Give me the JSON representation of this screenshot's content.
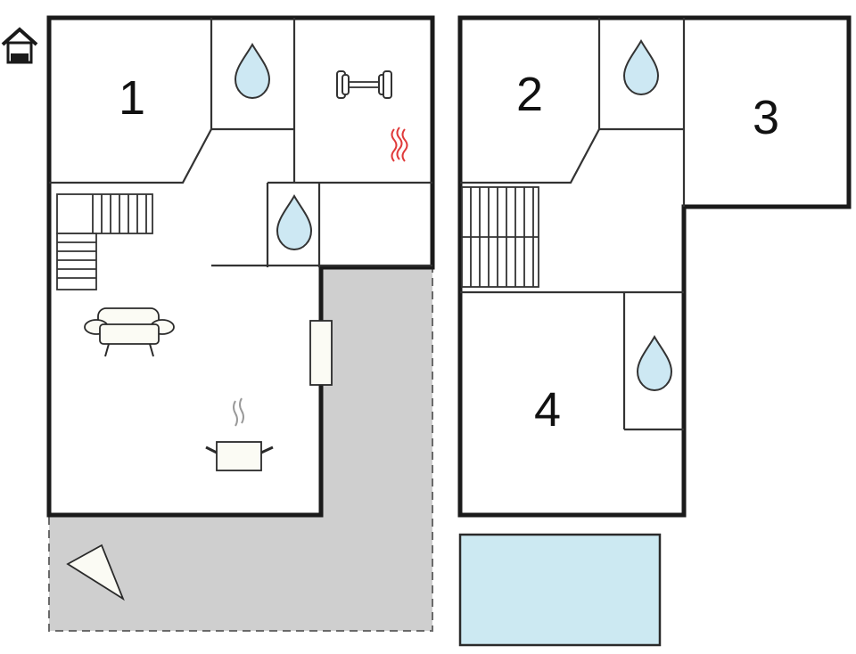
{
  "floor_plan": {
    "rooms": [
      {
        "label": "1",
        "type": "bedroom"
      },
      {
        "label": "2",
        "type": "bedroom"
      },
      {
        "label": "3",
        "type": "bedroom"
      },
      {
        "label": "4",
        "type": "bedroom"
      }
    ],
    "icons": [
      "house-icon",
      "water-drop-icon",
      "dumbbell-icon",
      "sauna-heat-icon",
      "stairs-icon",
      "sofa-icon",
      "fireplace-icon",
      "cooking-pot-icon",
      "terrace-lamp-icon",
      "pool-icon"
    ],
    "colors": {
      "wall": "#1a1a1a",
      "terrace": "#cfcfcf",
      "pool": "#cce9f2",
      "water": "#cde8f3",
      "heat": "#e03a3a"
    }
  }
}
